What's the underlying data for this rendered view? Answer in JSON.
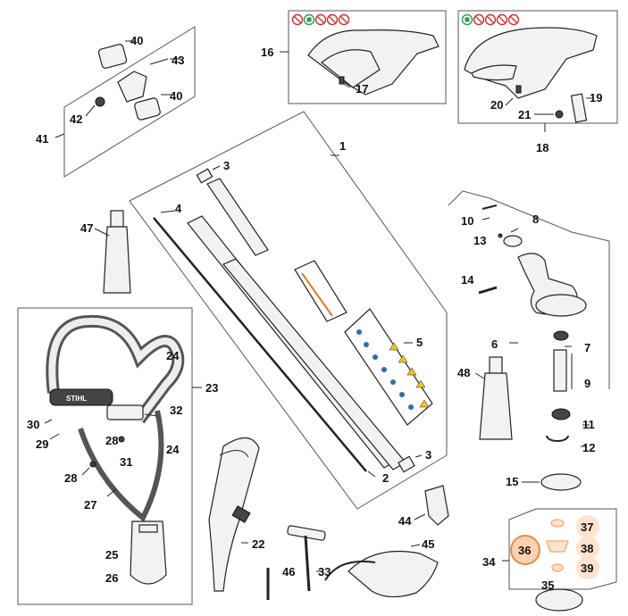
{
  "callouts": [
    {
      "id": "c1",
      "label": "1"
    },
    {
      "id": "c2",
      "label": "2"
    },
    {
      "id": "c3a",
      "label": "3"
    },
    {
      "id": "c3b",
      "label": "3"
    },
    {
      "id": "c4",
      "label": "4"
    },
    {
      "id": "c5",
      "label": "5"
    },
    {
      "id": "c6",
      "label": "6"
    },
    {
      "id": "c7",
      "label": "7"
    },
    {
      "id": "c8",
      "label": "8"
    },
    {
      "id": "c9",
      "label": "9"
    },
    {
      "id": "c10",
      "label": "10"
    },
    {
      "id": "c11",
      "label": "11"
    },
    {
      "id": "c12",
      "label": "12"
    },
    {
      "id": "c13",
      "label": "13"
    },
    {
      "id": "c14",
      "label": "14"
    },
    {
      "id": "c15",
      "label": "15"
    },
    {
      "id": "c16",
      "label": "16"
    },
    {
      "id": "c17",
      "label": "17"
    },
    {
      "id": "c18",
      "label": "18"
    },
    {
      "id": "c19",
      "label": "19"
    },
    {
      "id": "c20",
      "label": "20"
    },
    {
      "id": "c21",
      "label": "21"
    },
    {
      "id": "c22",
      "label": "22"
    },
    {
      "id": "c23",
      "label": "23"
    },
    {
      "id": "c24a",
      "label": "24"
    },
    {
      "id": "c24b",
      "label": "24"
    },
    {
      "id": "c25",
      "label": "25"
    },
    {
      "id": "c26",
      "label": "26"
    },
    {
      "id": "c27",
      "label": "27"
    },
    {
      "id": "c28a",
      "label": "28"
    },
    {
      "id": "c28b",
      "label": "28"
    },
    {
      "id": "c29",
      "label": "29"
    },
    {
      "id": "c30",
      "label": "30"
    },
    {
      "id": "c31",
      "label": "31"
    },
    {
      "id": "c32",
      "label": "32"
    },
    {
      "id": "c33",
      "label": "33"
    },
    {
      "id": "c34",
      "label": "34"
    },
    {
      "id": "c35",
      "label": "35"
    },
    {
      "id": "c36",
      "label": "36"
    },
    {
      "id": "c37",
      "label": "37"
    },
    {
      "id": "c38",
      "label": "38"
    },
    {
      "id": "c39",
      "label": "39"
    },
    {
      "id": "c40a",
      "label": "40"
    },
    {
      "id": "c40b",
      "label": "40"
    },
    {
      "id": "c41",
      "label": "41"
    },
    {
      "id": "c42",
      "label": "42"
    },
    {
      "id": "c43",
      "label": "43"
    },
    {
      "id": "c44",
      "label": "44"
    },
    {
      "id": "c45",
      "label": "45"
    },
    {
      "id": "c46",
      "label": "46"
    },
    {
      "id": "c47",
      "label": "47"
    },
    {
      "id": "c48",
      "label": "48"
    }
  ],
  "harness_brand": "STIHL",
  "highlighted_parts": [
    "36",
    "37",
    "38",
    "39"
  ],
  "colors": {
    "highlight_fill": "#fde3cf",
    "highlight_stroke": "#f4a36a",
    "icon_red": "#d0312d",
    "icon_green": "#2e9a48",
    "sticker_blue": "#2c6db5",
    "sticker_yellow": "#f2c318"
  },
  "icons": {
    "guard_16_row": [
      "prohibited-icon",
      "allowed-icon",
      "prohibited-icon",
      "prohibited-icon",
      "prohibited-icon"
    ],
    "guard_18_row": [
      "allowed-icon",
      "prohibited-icon",
      "prohibited-icon",
      "prohibited-icon",
      "prohibited-icon"
    ]
  }
}
